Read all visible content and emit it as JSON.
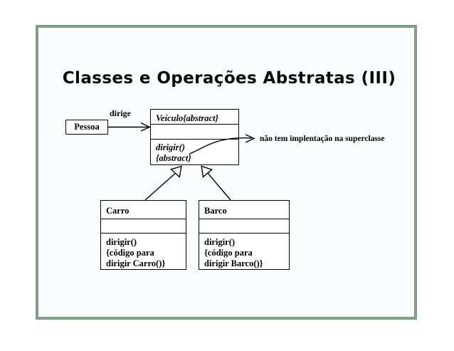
{
  "slide": {
    "title": "Classes e Operações Abstratas (III)",
    "frame_border_color": "#7f9e82",
    "frame_background": "#f8fcfd",
    "page_background": "#ffffff"
  },
  "diagram": {
    "type": "uml-class-diagram",
    "classes": [
      {
        "id": "pessoa",
        "name": "Pessoa",
        "abstract": false,
        "compartments": 1,
        "attributes": [],
        "operations": []
      },
      {
        "id": "veiculo",
        "name": "Veículo{abstract}",
        "abstract": true,
        "compartments": 3,
        "attributes": [],
        "operations": [
          "dirigir()",
          "{abstract}"
        ]
      },
      {
        "id": "carro",
        "name": "Carro",
        "abstract": false,
        "compartments": 3,
        "attributes": [],
        "operations": [
          "dirigir()",
          "{código para",
          "dirigir Carro()}"
        ]
      },
      {
        "id": "barco",
        "name": "Barco",
        "abstract": false,
        "compartments": 3,
        "attributes": [],
        "operations": [
          "dirigir()",
          "{código para",
          "dirigir Barco()}"
        ]
      }
    ],
    "relationships": [
      {
        "id": "pessoa-veiculo",
        "kind": "association",
        "label": "dirige",
        "from": "pessoa",
        "to": "veiculo",
        "arrow": "open-stick"
      },
      {
        "id": "carro-veiculo",
        "kind": "generalization",
        "from": "carro",
        "to": "veiculo",
        "arrow": "hollow-triangle"
      },
      {
        "id": "barco-veiculo",
        "kind": "generalization",
        "from": "barco",
        "to": "veiculo",
        "arrow": "hollow-triangle"
      }
    ],
    "annotation": {
      "text": "não tem implentação na superclasse",
      "points_to": "veiculo.dirigir()",
      "arrow": "open-stick-curved"
    }
  }
}
